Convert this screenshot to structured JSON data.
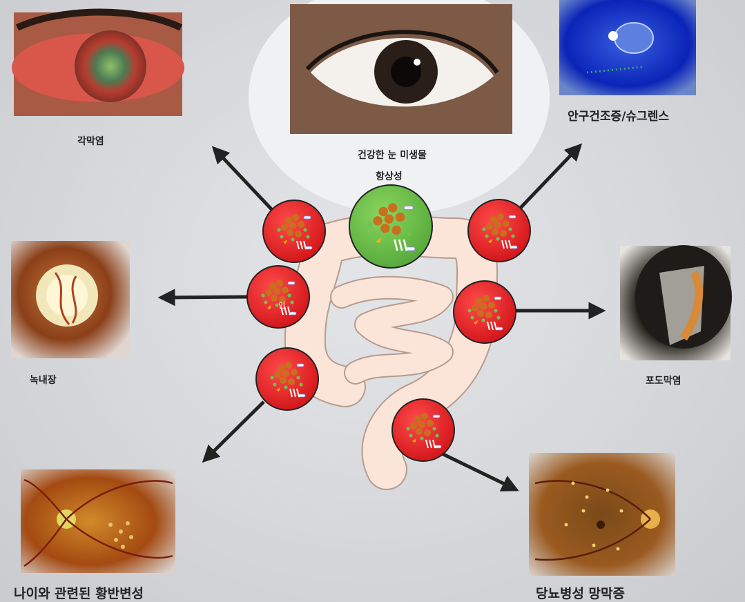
{
  "center": {
    "healthy_eye_label": "건강한 눈 미생물",
    "homeostasis_label": "항상성"
  },
  "conditions": {
    "keratitis": "각막염",
    "dry_eye": "안구건조증/슈그렌스",
    "glaucoma": "녹내장",
    "uveitis": "포도막염",
    "amd": "나이와 관련된 황반변성",
    "diabetic_retinopathy": "당뇨병성 망막증"
  },
  "dysbiosis_badge_text": "인",
  "colors": {
    "healthy_microbiome": "#6cc24a",
    "dysbiosis": "#e31e24",
    "arrow": "#222222",
    "gut": "#fbe4d8"
  }
}
